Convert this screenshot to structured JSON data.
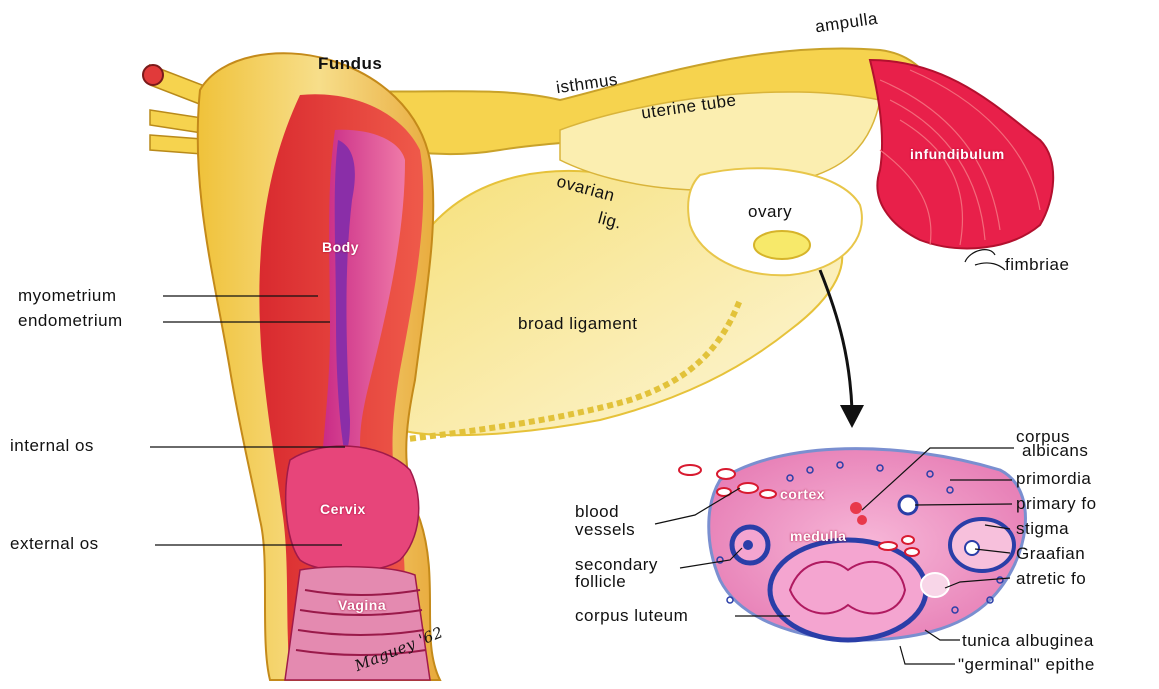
{
  "uterus_labels": {
    "fundus": "Fundus",
    "body": "Body",
    "cervix": "Cervix",
    "vagina": "Vagina",
    "isthmus": "isthmus",
    "ampulla": "ampulla",
    "uterine_tube": "uterine tube",
    "infundibulum": "infundibulum",
    "fimbriae": "fimbriae",
    "ovarian_lig_1": "ovarian",
    "ovarian_lig_2": "lig.",
    "ovary": "ovary",
    "broad_ligament": "broad ligament",
    "myometrium": "myometrium",
    "endometrium": "endometrium",
    "internal_os": "internal os",
    "external_os": "external os"
  },
  "ovary_section_labels": {
    "cortex": "cortex",
    "medulla": "medulla",
    "blood_vessels_1": "blood",
    "blood_vessels_2": "vessels",
    "secondary_follicle_1": "secondary",
    "secondary_follicle_2": "follicle",
    "corpus_luteum": "corpus luteum",
    "corpus_albicans_1": "corpus",
    "corpus_albicans_2": "albicans",
    "primordial": "primordia",
    "primary_follicle": "primary fo",
    "stigma": "stigma",
    "graafian": "Graafian",
    "atretic": "atretic fo",
    "tunica_albuginea": "tunica albuginea",
    "germinal_epithelium": "\"germinal\" epithe"
  },
  "signature": "Maguey '62",
  "colors": {
    "uterus_outer": "#f2c23a",
    "myometrium": "#e8383e",
    "endometrium": "#d0337f",
    "cavity": "#8a2ea8",
    "tube": "#f5d24a",
    "ligament": "#fbf1b6",
    "fimbriae": "#e8204a",
    "ovary_tissue": "#f3a0c8",
    "follicle_blue": "#2a3ea8"
  }
}
